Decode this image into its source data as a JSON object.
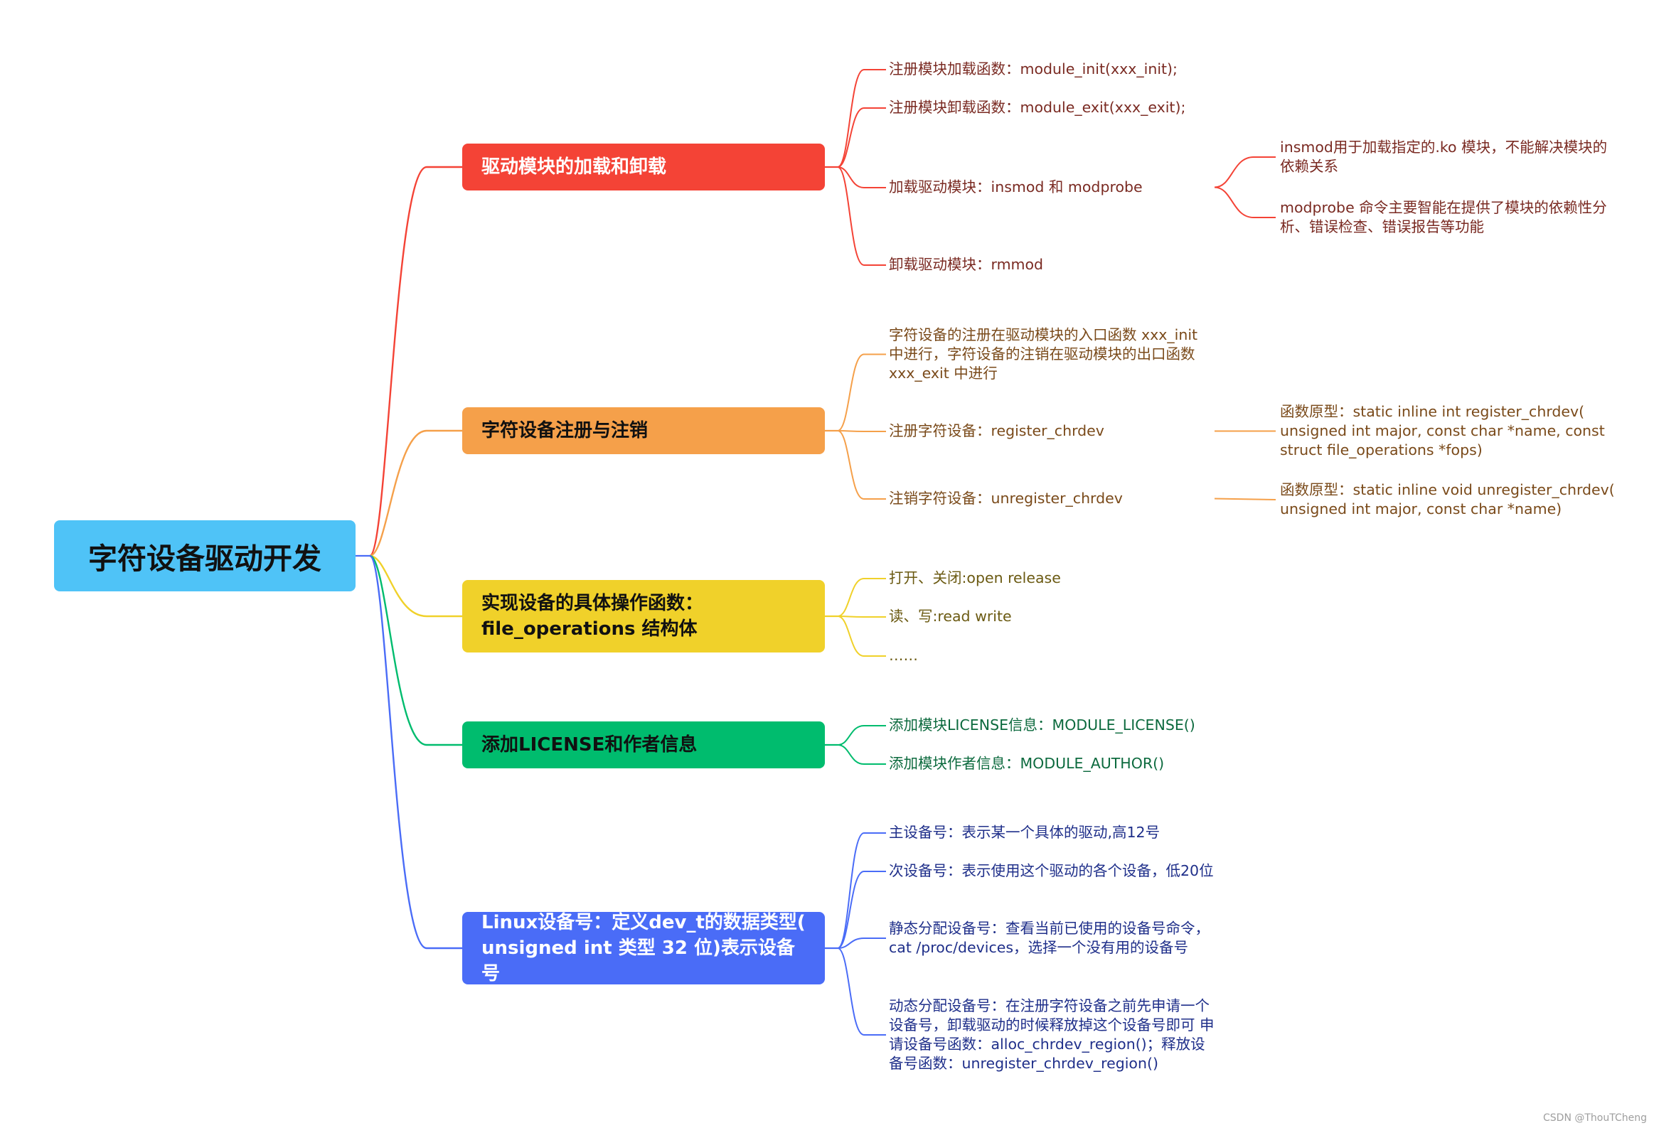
{
  "root": {
    "label": "字符设备驱动开发"
  },
  "colors": {
    "root": "#4fc3f7",
    "red": "#f44336",
    "orange": "#f5a04a",
    "yellow": "#f0d12a",
    "green": "#00bc6e",
    "blue": "#4a6cf7"
  },
  "branches": [
    {
      "label": "驱动模块的加载和卸载",
      "color": "#f44336",
      "text_color": "#ffffff",
      "leaf_color": "#7a2a22",
      "leaves": [
        {
          "text": "注册模块加载函数：module_init(xxx_init);"
        },
        {
          "text": "注册模块卸载函数：module_exit(xxx_exit);"
        },
        {
          "text": "加载驱动模块：insmod 和 modprobe",
          "children": [
            "insmod用于加载指定的.ko 模块，不能解决模块的依赖关系",
            "modprobe 命令主要智能在提供了模块的依赖性分析、错误检查、错误报告等功能"
          ]
        },
        {
          "text": "卸载驱动模块：rmmod"
        }
      ]
    },
    {
      "label": "字符设备注册与注销",
      "color": "#f5a04a",
      "text_color": "#111111",
      "leaf_color": "#7a4a1a",
      "leaves": [
        {
          "text": "字符设备的注册在驱动模块的入口函数 xxx_init 中进行，字符设备的注销在驱动模块的出口函数 xxx_exit 中进行"
        },
        {
          "text": "注册字符设备：register_chrdev",
          "children": [
            "函数原型：static inline int register_chrdev( unsigned int major, const char *name, const struct file_operations *fops)"
          ]
        },
        {
          "text": "注销字符设备：unregister_chrdev",
          "children": [
            "函数原型：static inline void unregister_chrdev( unsigned int major, const char *name)"
          ]
        }
      ]
    },
    {
      "label": "实现设备的具体操作函数：file_operations 结构体",
      "color": "#f0d12a",
      "text_color": "#111111",
      "leaf_color": "#6b5a12",
      "leaves": [
        {
          "text": "打开、关闭:open release"
        },
        {
          "text": "读、写:read write"
        },
        {
          "text": "……"
        }
      ]
    },
    {
      "label": "添加LICENSE和作者信息",
      "color": "#00bc6e",
      "text_color": "#111111",
      "leaf_color": "#0c6a3e",
      "leaves": [
        {
          "text": "添加模块LICENSE信息：MODULE_LICENSE()"
        },
        {
          "text": "添加模块作者信息：MODULE_AUTHOR()"
        }
      ]
    },
    {
      "label": "Linux设备号：定义dev_t的数据类型( unsigned int 类型 32 位)表示设备号",
      "color": "#4a6cf7",
      "text_color": "#ffffff",
      "leaf_color": "#1f2f8a",
      "leaves": [
        {
          "text": "主设备号：表示某一个具体的驱动,高12号"
        },
        {
          "text": "次设备号：表示使用这个驱动的各个设备，低20位"
        },
        {
          "text": "静态分配设备号：查看当前已使用的设备号命令，cat /proc/devices，选择一个没有用的设备号"
        },
        {
          "text": "动态分配设备号：在注册字符设备之前先申请一个设备号，卸载驱动的时候释放掉这个设备号即可 申请设备号函数：alloc_chrdev_region()；释放设备号函数：unregister_chrdev_region()"
        }
      ]
    }
  ],
  "watermark": "CSDN @ThouTCheng"
}
